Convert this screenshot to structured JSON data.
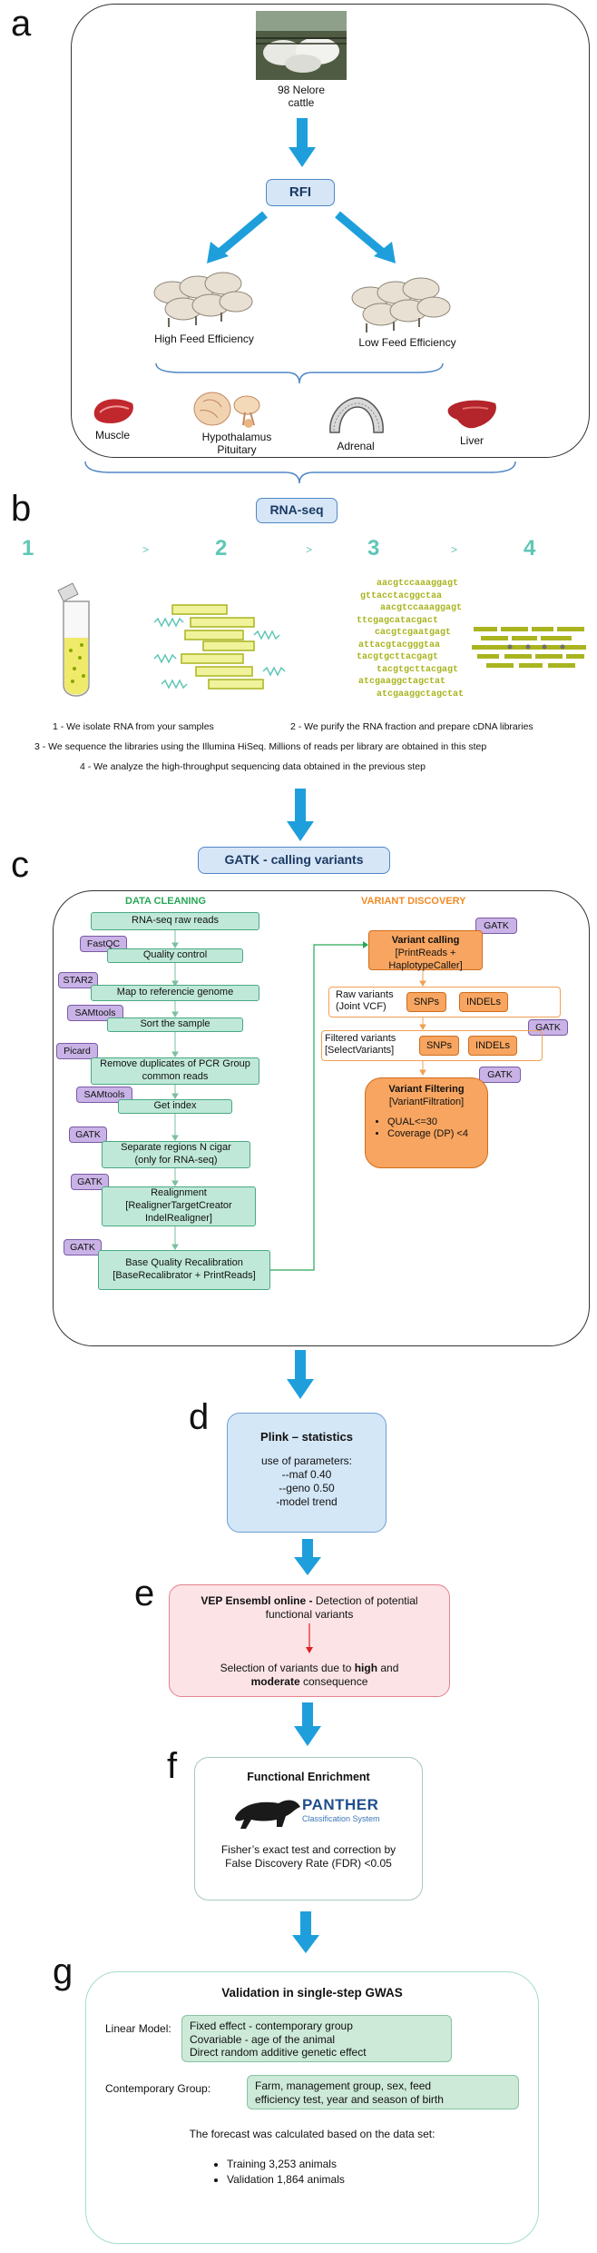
{
  "panel_a": {
    "label": "a",
    "cattle_label": [
      "98 Nelore",
      "cattle"
    ],
    "rfi": "RFI",
    "high": "High Feed Efficiency",
    "low": "Low Feed Efficiency",
    "tissues": {
      "muscle": "Muscle",
      "hypothalamus": [
        "Hypothalamus",
        "Pituitary"
      ],
      "adrenal": "Adrenal",
      "liver": "Liver"
    }
  },
  "panel_b": {
    "label": "b",
    "title": "RNA-seq",
    "steps": [
      "1",
      "2",
      "3",
      "4"
    ],
    "carets": [
      ">",
      ">",
      ">"
    ],
    "sequences": [
      "aacgtccaaaggagt",
      "gttacctacggctaa",
      "aacgtccaaaggagt",
      "ttcgagcatacgact",
      "cacgtcgaatgagt",
      "attacgtacgggtaa",
      "tacgtgcttacgagt",
      "tacgtgcttacgagt",
      "atcgaaggctagctat",
      "atcgaaggctagctat"
    ],
    "descriptions": [
      "1 - We isolate RNA from your samples",
      "2 - We purify the RNA fraction and prepare cDNA libraries",
      "3 - We sequence the libraries using the Illumina HiSeq. Millions of reads per library are obtained in this step",
      "4 - We analyze the high-throughput sequencing data obtained in the previous step"
    ]
  },
  "panel_c": {
    "label": "c",
    "title": "GATK - calling variants",
    "cleaning_title": "DATA CLEANING",
    "discovery_title": "VARIANT DISCOVERY",
    "cleaning_steps": [
      {
        "tool": "",
        "text": "RNA-seq raw reads"
      },
      {
        "tool": "FastQC",
        "text": "Quality control"
      },
      {
        "tool": "STAR2",
        "text": "Map to referencie genome"
      },
      {
        "tool": "SAMtools",
        "text": "Sort the sample"
      },
      {
        "tool": "Picard",
        "text": "Remove duplicates of PCR Group common reads"
      },
      {
        "tool": "SAMtools",
        "text": "Get index"
      },
      {
        "tool": "GATK",
        "text": "Separate regions N cigar (only for RNA-seq)"
      },
      {
        "tool": "GATK",
        "text": "Realignment [RealignerTargetCreator IndelRealigner]"
      },
      {
        "tool": "GATK",
        "text": "Base Quality Recalibration [BaseRecalibrator + PrintReads]"
      }
    ],
    "variant_calling": {
      "tool": "GATK",
      "title": "Variant calling",
      "text": "[PrintReads + HaplotypeCaller]"
    },
    "raw_variants": {
      "label": "Raw variants (Joint VCF)",
      "snps": "SNPs",
      "indels": "INDELs"
    },
    "filtered_variants": {
      "tool": "GATK",
      "label": "Filtered variants [SelectVariants]",
      "snps": "SNPs",
      "indels": "INDELs"
    },
    "variant_filtering": {
      "tool": "GATK",
      "title": "Variant Filtering",
      "text": "[VariantFiltration]",
      "criteria": [
        "QUAL<=30",
        "Coverage (DP) <4"
      ]
    }
  },
  "panel_d": {
    "label": "d",
    "title": "Plink – statistics",
    "lines": [
      "use of parameters:",
      "--maf 0.40",
      "--geno 0.50",
      "-model trend"
    ]
  },
  "panel_e": {
    "label": "e",
    "title_bold": "VEP Ensembl online - ",
    "title_rest": "Detection of potential functional variants",
    "sel_pre": "Selection of variants due to ",
    "sel_high": "high",
    "sel_mid": " and",
    "sel_moderate": "moderate",
    "sel_post": " consequence"
  },
  "panel_f": {
    "label": "f",
    "title": "Functional Enrichment",
    "logo_main": "PANTHER",
    "logo_sub": "Classification System",
    "text": [
      "Fisher’s exact test and correction by",
      "False Discovery Rate (FDR) <0.05"
    ]
  },
  "panel_g": {
    "label": "g",
    "title": "Validation in single-step GWAS",
    "linear_label": "Linear Model:",
    "linear_items": [
      "Fixed effect - contemporary group",
      "Covariable - age of the animal",
      "Direct random additive genetic effect"
    ],
    "cg_label": "Contemporary Group:",
    "cg_text": [
      "Farm, management group, sex, feed",
      "efficiency test, year and season of birth"
    ],
    "forecast": "The forecast was calculated based on the data set:",
    "bullets": [
      "Training 3,253 animals",
      "Validation 1,864 animals"
    ]
  },
  "colors": {
    "arrow": "#1e9fdc",
    "teal": "#5fc6b6",
    "seq": "#a9b41f",
    "green_box": "#bfe8d8",
    "tool": "#c9b3e6",
    "orange": "#f7a560"
  }
}
